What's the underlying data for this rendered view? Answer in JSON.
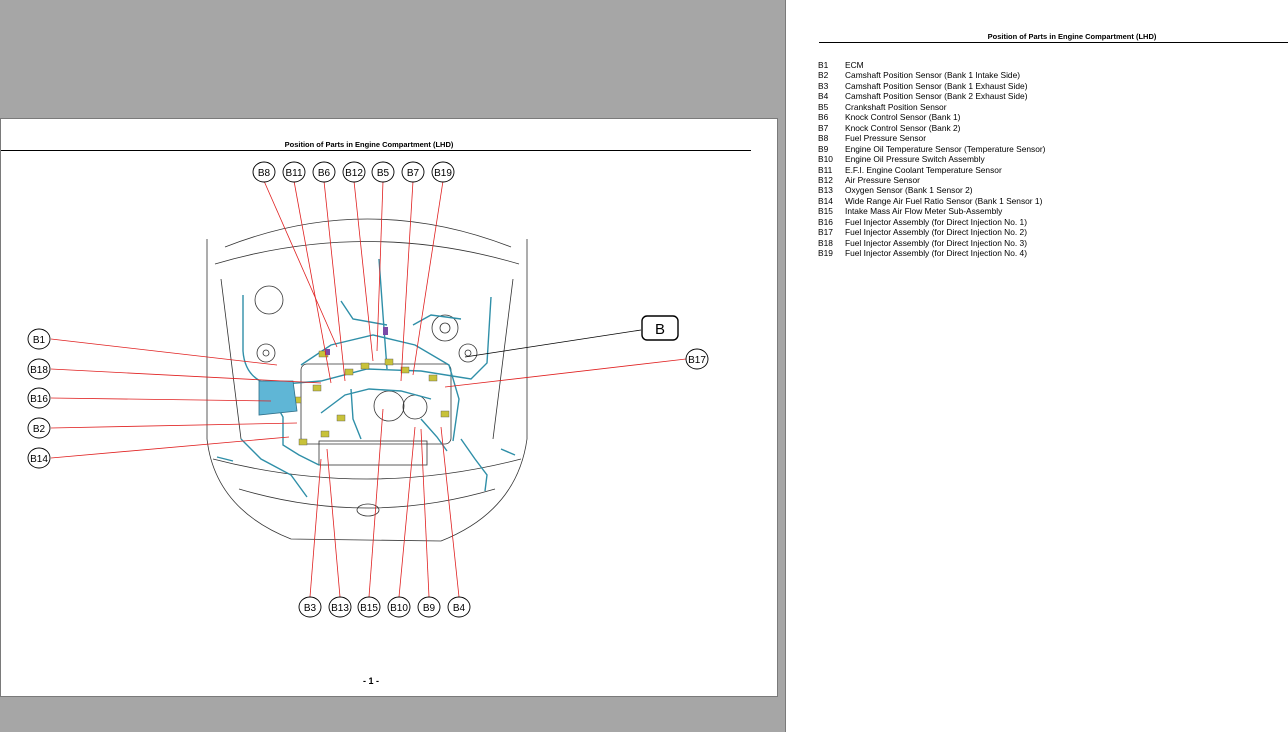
{
  "left_page": {
    "title": "Position of Parts in Engine Compartment (LHD)",
    "page_number": "- 1 -",
    "section_label": "B",
    "callouts_top": [
      "B8",
      "B11",
      "B6",
      "B12",
      "B5",
      "B7",
      "B19"
    ],
    "callouts_left": [
      "B1",
      "B18",
      "B16",
      "B2",
      "B14"
    ],
    "callouts_right": [
      "B17"
    ],
    "callouts_bottom": [
      "B3",
      "B13",
      "B15",
      "B10",
      "B9",
      "B4"
    ]
  },
  "right_page": {
    "title": "Position of Parts in Engine Compartment (LHD)",
    "parts": [
      {
        "code": "B1",
        "name": "ECM"
      },
      {
        "code": "B2",
        "name": "Camshaft Position Sensor (Bank 1 Intake Side)"
      },
      {
        "code": "B3",
        "name": "Camshaft Position Sensor (Bank 1 Exhaust Side)"
      },
      {
        "code": "B4",
        "name": "Camshaft Position Sensor (Bank 2 Exhaust Side)"
      },
      {
        "code": "B5",
        "name": "Crankshaft Position Sensor"
      },
      {
        "code": "B6",
        "name": "Knock Control Sensor (Bank 1)"
      },
      {
        "code": "B7",
        "name": "Knock Control Sensor (Bank 2)"
      },
      {
        "code": "B8",
        "name": "Fuel Pressure Sensor"
      },
      {
        "code": "B9",
        "name": "Engine Oil Temperature Sensor (Temperature Sensor)"
      },
      {
        "code": "B10",
        "name": "Engine Oil Pressure Switch Assembly"
      },
      {
        "code": "B11",
        "name": "E.F.I. Engine Coolant Temperature Sensor"
      },
      {
        "code": "B12",
        "name": "Air Pressure Sensor"
      },
      {
        "code": "B13",
        "name": "Oxygen Sensor (Bank 1 Sensor 2)"
      },
      {
        "code": "B14",
        "name": "Wide Range Air Fuel Ratio Sensor (Bank 1 Sensor 1)"
      },
      {
        "code": "B15",
        "name": "Intake Mass Air Flow Meter Sub-Assembly"
      },
      {
        "code": "B16",
        "name": "Fuel Injector Assembly (for Direct Injection No. 1)"
      },
      {
        "code": "B17",
        "name": "Fuel Injector Assembly (for Direct Injection No. 2)"
      },
      {
        "code": "B18",
        "name": "Fuel Injector Assembly (for Direct Injection No. 3)"
      },
      {
        "code": "B19",
        "name": "Fuel Injector Assembly (for Direct Injection No. 4)"
      }
    ]
  },
  "colors": {
    "viewer_background": "#a6a6a6",
    "leader_line": "#e02020",
    "harness": "#2f8fa8",
    "harness_connector": "#c8c23a",
    "ecm_box": "#5fb6d6"
  }
}
